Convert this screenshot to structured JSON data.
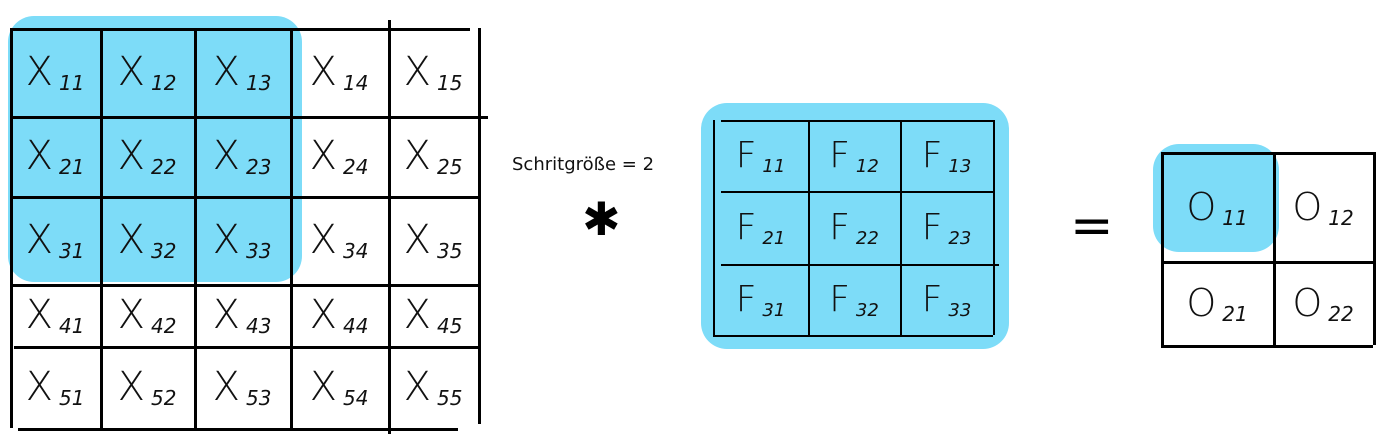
{
  "input_matrix": {
    "symbol": "X",
    "rows": [
      [
        "11",
        "12",
        "13",
        "14",
        "15"
      ],
      [
        "21",
        "22",
        "23",
        "24",
        "25"
      ],
      [
        "31",
        "32",
        "33",
        "34",
        "35"
      ],
      [
        "41",
        "42",
        "43",
        "44",
        "45"
      ],
      [
        "51",
        "52",
        "53",
        "54",
        "55"
      ]
    ]
  },
  "stride_label": "Schritgröße = 2",
  "operator_symbol": "✱",
  "filter_matrix": {
    "symbol": "F",
    "rows": [
      [
        "11",
        "12",
        "13"
      ],
      [
        "21",
        "22",
        "23"
      ],
      [
        "31",
        "32",
        "33"
      ]
    ]
  },
  "equals_symbol": "=",
  "output_matrix": {
    "symbol": "O",
    "rows": [
      [
        "11",
        "12"
      ],
      [
        "21",
        "22"
      ]
    ]
  },
  "colors": {
    "highlight": "#7ddcf8",
    "lines": "#000000"
  }
}
